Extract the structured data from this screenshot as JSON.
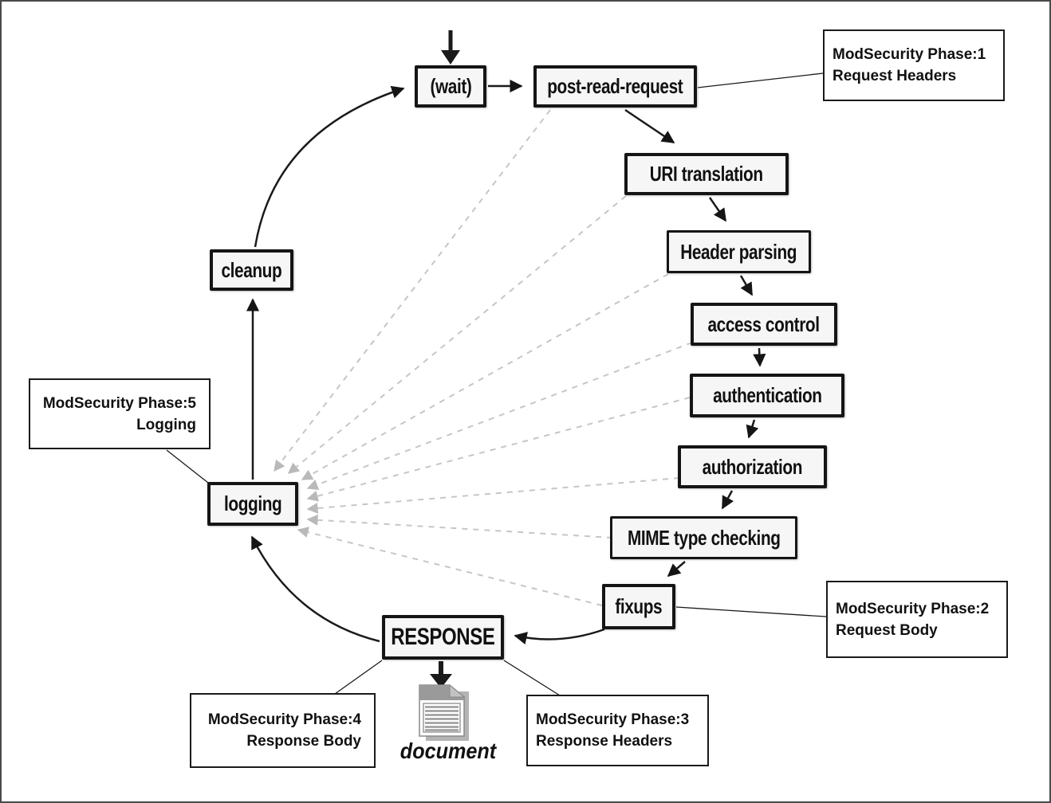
{
  "diagram": {
    "nodes": {
      "wait": "(wait)",
      "post_read_request": "post-read-request",
      "uri_translation": "URI translation",
      "header_parsing": "Header parsing",
      "access_control": "access control",
      "authentication": "authentication",
      "authorization": "authorization",
      "mime_type_checking": "MIME type checking",
      "fixups": "fixups",
      "response": "RESPONSE",
      "logging": "logging",
      "cleanup": "cleanup"
    },
    "annotations": {
      "phase1": {
        "line1": "ModSecurity Phase:1",
        "line2": "Request Headers"
      },
      "phase2": {
        "line1": "ModSecurity Phase:2",
        "line2": "Request Body"
      },
      "phase3": {
        "line1": "ModSecurity Phase:3",
        "line2": "Response Headers"
      },
      "phase4": {
        "line1": "ModSecurity Phase:4",
        "line2": "Response Body"
      },
      "phase5": {
        "line1": "ModSecurity Phase:5",
        "line2": "Logging"
      }
    },
    "document_label": "document",
    "colors": {
      "node_border": "#151515",
      "node_fill": "#f6f6f6",
      "arrow": "#1a1a1a",
      "dashed_line": "#c6c6c6",
      "dashed_arrowhead": "#b9b9b9",
      "frame_border": "#4a4a4a"
    }
  }
}
